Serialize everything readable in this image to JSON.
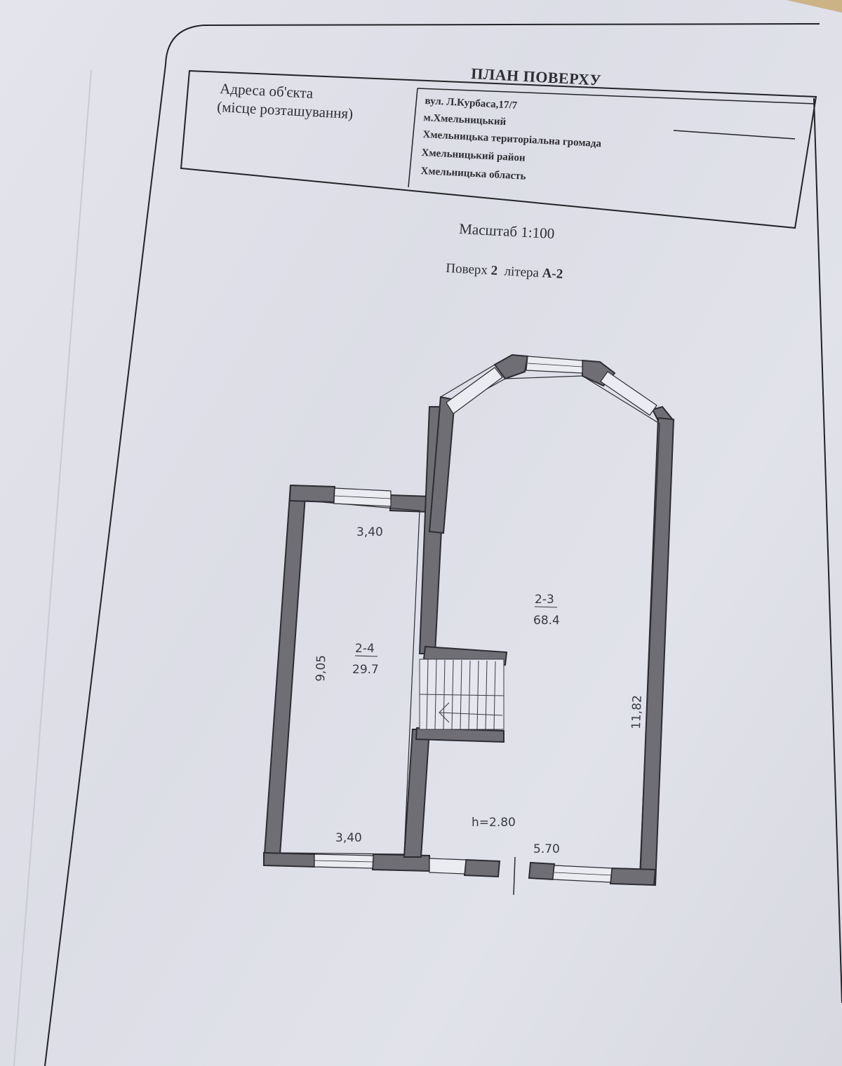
{
  "document": {
    "title": "ПЛАН ПОВЕРХУ",
    "address_label_line1": "Адреса об'єкта",
    "address_label_line2": "(місце розташування)",
    "address_lines": [
      "вул. Л.Курбаса,17/7",
      "м.Хмельницький",
      "Хмельницька територіальна громада",
      "Хмельницький район",
      "Хмельницька область"
    ],
    "scale": "Масштаб 1:100",
    "floor_prefix": "Поверх",
    "floor_number": "2",
    "litera_prefix": "літера",
    "litera_value": "А-2"
  },
  "plan": {
    "rooms": [
      {
        "id": "2-4",
        "area": "29.7"
      },
      {
        "id": "2-3",
        "area": "68.4"
      }
    ],
    "dimensions": {
      "left_top_width": "3,40",
      "left_bottom_width": "3,40",
      "left_height": "9,05",
      "right_height": "11,82",
      "right_bottom_width": "5.70",
      "ceiling_height": "h=2.80"
    }
  },
  "colors": {
    "wall_fill": "#6e6e74",
    "wall_stroke": "#2c2c32",
    "paper": "#e0e1e9",
    "ink": "#2e2e34"
  }
}
